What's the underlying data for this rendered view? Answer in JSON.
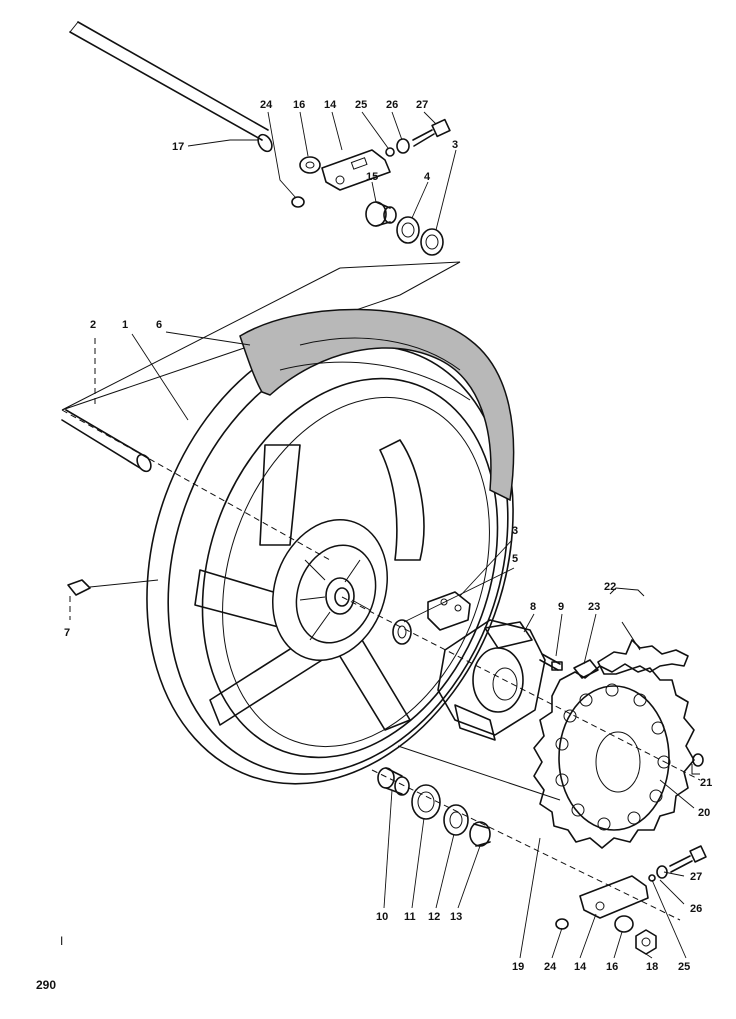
{
  "labels": {
    "l17": "17",
    "l24a": "24",
    "l16a": "16",
    "l14a": "14",
    "l25a": "25",
    "l26a": "26",
    "l27a": "27",
    "l3a": "3",
    "l15": "15",
    "l4": "4",
    "l2": "2",
    "l1": "1",
    "l6": "6",
    "l7": "7",
    "l3b": "3",
    "l5": "5",
    "l8": "8",
    "l9": "9",
    "l22": "22",
    "l23": "23",
    "l21": "21",
    "l20": "20",
    "l27b": "27",
    "l26b": "26",
    "l10": "10",
    "l11": "11",
    "l12": "12",
    "l13": "13",
    "l19": "19",
    "l24b": "24",
    "l14b": "14",
    "l16b": "16",
    "l18": "18",
    "l25b": "25"
  },
  "page_number": "290",
  "side_mark": "I"
}
